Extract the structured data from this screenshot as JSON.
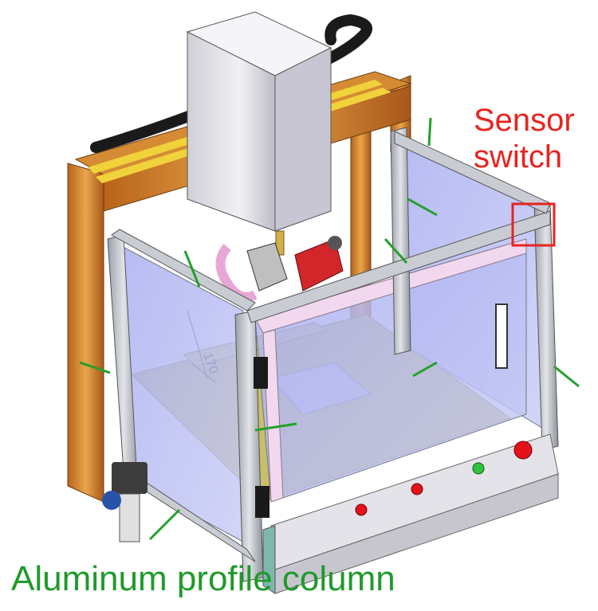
{
  "labels": {
    "sensor_line1": "Sensor",
    "sensor_line2": "switch",
    "column": "Aluminum profile column"
  },
  "dimension_text": "170",
  "colors": {
    "sensor_label": "#e8231f",
    "column_label": "#1f9a2a",
    "callout_arrow": "#21a12a",
    "frame_orange": "#d98a2b",
    "aluminum": "#c9ccd3",
    "glass": "#b9bdf2",
    "base_plate": "#c9bf6a",
    "housing": "#e9e7ef",
    "sensor_box": "#e8231f"
  },
  "indicator_lights": [
    "red",
    "red",
    "green",
    "red"
  ]
}
